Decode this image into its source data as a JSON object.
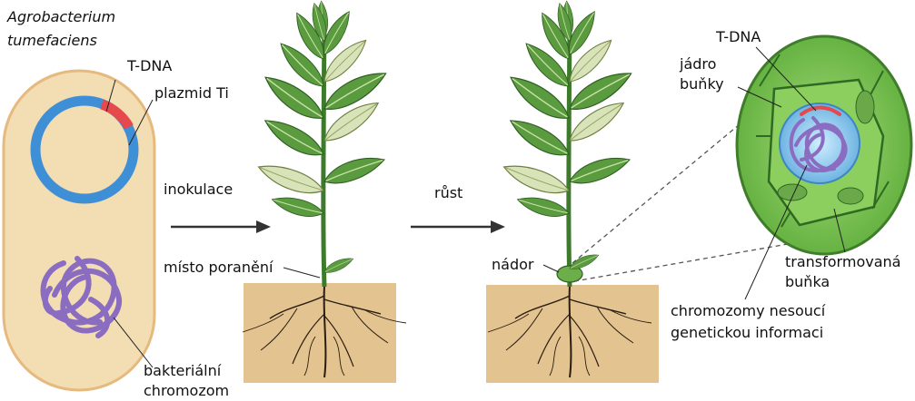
{
  "labels": {
    "organism_line1": "Agrobacterium",
    "organism_line2": "tumefaciens",
    "tdna_left": "T-DNA",
    "plasmid": "plazmid Ti",
    "bacterial_chromosome_line1": "bakteriální",
    "bacterial_chromosome_line2": "chromozom",
    "inoculation": "inokulace",
    "wound_site": "místo poranění",
    "growth": "růst",
    "tumor": "nádor",
    "tdna_right": "T-DNA",
    "nucleus_line1": "jádro",
    "nucleus_line2": "buňky",
    "transformed_line1": "transformovaná",
    "transformed_line2": "buňka",
    "chromosomes_line1": "chromozomy nesoucí",
    "chromosomes_line2": "genetickou informaci"
  },
  "colors": {
    "bacterium_fill": "#f3ddb3",
    "bacterium_edge": "#e6b97e",
    "plasmid": "#3f8fd6",
    "tdna": "#e5484d",
    "chromosome": "#8a6cc0",
    "soil": "#e3c38f",
    "leaf": "#5a9a3e",
    "cell_bg": "#7cc353"
  }
}
